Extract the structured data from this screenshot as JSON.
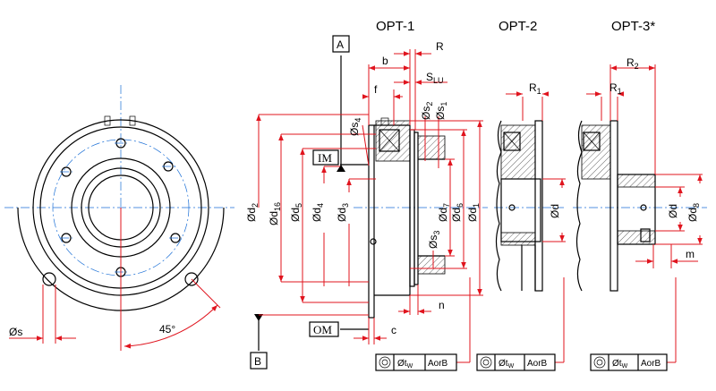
{
  "options": {
    "opt1": "OPT-1",
    "opt2": "OPT-2",
    "opt3": "OPT-3*"
  },
  "datums": {
    "a": "A",
    "b": "B",
    "im": "IM",
    "om": "OM"
  },
  "front_view": {
    "hole_diameter": "Øs",
    "angle": "45°"
  },
  "dimensions": {
    "d2": {
      "base": "Ød",
      "sub": "2"
    },
    "d16": {
      "base": "Ød",
      "sub": "16"
    },
    "d5": {
      "base": "Ød",
      "sub": "5"
    },
    "d4": {
      "base": "Ød",
      "sub": "4"
    },
    "d3": {
      "base": "Ød",
      "sub": "3"
    },
    "d7": {
      "base": "Ød",
      "sub": "7"
    },
    "d6": {
      "base": "Ød",
      "sub": "6"
    },
    "d1": {
      "base": "Ød",
      "sub": "1"
    },
    "s4": {
      "base": "Øs",
      "sub": "4"
    },
    "s2": {
      "base": "Øs",
      "sub": "2"
    },
    "s1": {
      "base": "Øs",
      "sub": "1"
    },
    "s3": {
      "base": "Øs",
      "sub": "3"
    },
    "b": "b",
    "f": "f",
    "r": "R",
    "slu": {
      "base": "S",
      "sub": "LU"
    },
    "n": "n",
    "c": "c",
    "opt2_r1": {
      "base": "R",
      "sub": "1"
    },
    "opt2_d": "Ød",
    "opt3_r2": {
      "base": "R",
      "sub": "2"
    },
    "opt3_r1": {
      "base": "R",
      "sub": "1"
    },
    "opt3_d": "Ød",
    "opt3_d8": {
      "base": "Ød",
      "sub": "8"
    },
    "opt3_m": "m"
  },
  "tolerance_frames": [
    {
      "value": "Øt",
      "sub": "W",
      "ref": "AorB"
    },
    {
      "value": "Øt",
      "sub": "W",
      "ref": "AorB"
    },
    {
      "value": "Øt",
      "sub": "W",
      "ref": "AorB"
    }
  ]
}
